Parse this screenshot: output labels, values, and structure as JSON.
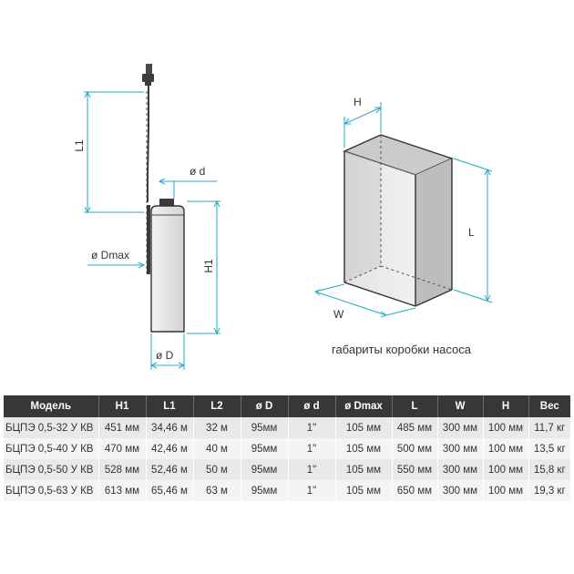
{
  "pump_drawing": {
    "label_L1": "L1",
    "label_d": "ø d",
    "label_Dmax": "ø Dmax",
    "label_H1": "H1",
    "label_D": "ø D"
  },
  "box_drawing": {
    "label_H": "H",
    "label_L": "L",
    "label_W": "W",
    "caption": "габариты коробки насоса"
  },
  "colors": {
    "dimension_line": "#2aa7c9",
    "header_bg": "#373737",
    "pump_body": "#e3e3e3"
  },
  "table": {
    "headers": [
      "Модель",
      "H1",
      "L1",
      "L2",
      "ø D",
      "ø d",
      "ø Dmax",
      "L",
      "W",
      "H",
      "Вес"
    ],
    "rows": [
      [
        "БЦПЭ 0,5-32 У КВ",
        "451 мм",
        "34,46 м",
        "32 м",
        "95мм",
        "1\"",
        "105 мм",
        "485 мм",
        "300 мм",
        "100 мм",
        "11,7 кг"
      ],
      [
        "БЦПЭ 0,5-40 У КВ",
        "470 мм",
        "42,46 м",
        "40 м",
        "95мм",
        "1\"",
        "105 мм",
        "500 мм",
        "300 мм",
        "100 мм",
        "13,5 кг"
      ],
      [
        "БЦПЭ 0,5-50 У КВ",
        "528 мм",
        "52,46 м",
        "50 м",
        "95мм",
        "1\"",
        "105 мм",
        "550 мм",
        "300 мм",
        "100 мм",
        "15,8 кг"
      ],
      [
        "БЦПЭ 0,5-63 У КВ",
        "613 мм",
        "65,46 м",
        "63 м",
        "95мм",
        "1\"",
        "105 мм",
        "650 мм",
        "300 мм",
        "100 мм",
        "19,3 кг"
      ]
    ]
  }
}
